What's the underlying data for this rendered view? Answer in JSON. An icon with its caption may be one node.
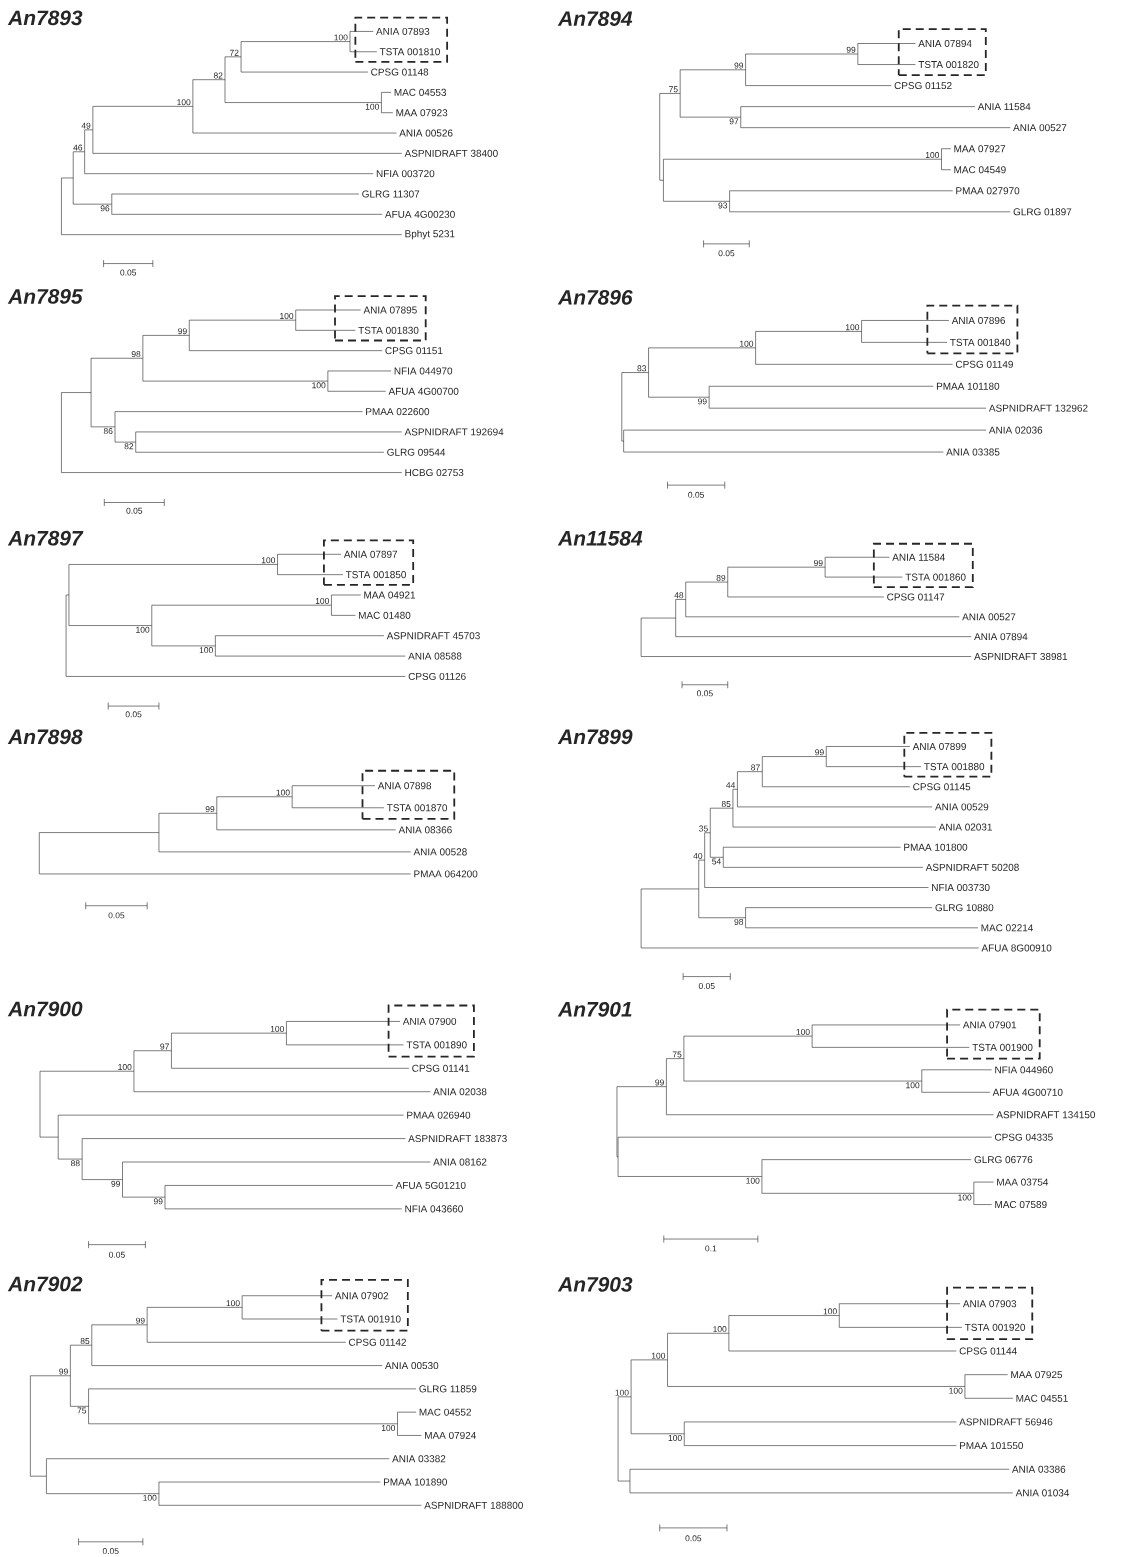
{
  "diagram": {
    "nodes": [
      {
        "text": [
          "ANIA 07893",
          "TSTA 001810"
        ]
      },
      {
        "text": [
          "ANIA 07894",
          "TSTA 001820"
        ]
      },
      {
        "text": [
          "ANIA 07895",
          "TSTA 001830"
        ]
      },
      {
        "text": [
          "ANIA 07896",
          "TSTA 001840"
        ]
      },
      {
        "text": [
          "ANIA 07897",
          "TSTA 001850"
        ]
      },
      {
        "text": [
          "ANIA 11584",
          "TSTA 001860"
        ]
      },
      {
        "text": [
          "ANIA 07898",
          "TSTA 001870"
        ]
      },
      {
        "text": [
          "ANIA 07899",
          "TSTA 001880"
        ]
      },
      {
        "text": [
          "ANIA 07900",
          "TSTA 001890"
        ]
      },
      {
        "text": [
          "ANIA 07901",
          "TSTA 001900"
        ]
      },
      {
        "text": [
          "ANIA 07902",
          "TSTA 001910"
        ]
      },
      {
        "text": [
          "ANIA 07903",
          "TSTA 001920"
        ]
      }
    ],
    "labels": [
      "An7893",
      "46",
      "49",
      "100",
      "82",
      "72",
      "100",
      "CPSG 01148",
      "100",
      "MAC 04553",
      "MAA 07923",
      "ANIA 00526",
      "ASPNIDRAFT 38400",
      "NFIA 003720",
      "96",
      "GLRG 11307",
      "AFUA 4G00230",
      "Bphyt 5231",
      "0.05",
      "An7894",
      "75",
      "99",
      "99",
      "CPSG 01152",
      "97",
      "ANIA 11584",
      "ANIA 00527",
      "100",
      "MAA 07927",
      "MAC 04549",
      "93",
      "PMAA 027970",
      "GLRG 01897",
      "0.05",
      "An7895",
      "98",
      "99",
      "100",
      "CPSG 01151",
      "100",
      "NFIA 044970",
      "AFUA 4G00700",
      "86",
      "PMAA 022600",
      "82",
      "ASPNIDRAFT 192694",
      "GLRG 09544",
      "HCBG 02753",
      "0.05",
      "An7896",
      "83",
      "100",
      "100",
      "CPSG 01149",
      "99",
      "PMAA 101180",
      "ASPNIDRAFT 132962",
      "ANIA 02036",
      "ANIA 03385",
      "0.05",
      "An7897",
      "100",
      "100",
      "100",
      "MAA 04921",
      "MAC 01480",
      "100",
      "ASPNIDRAFT 45703",
      "ANIA 08588",
      "CPSG 01126",
      "0.05",
      "An11584",
      "48",
      "89",
      "99",
      "CPSG 01147",
      "ANIA 00527",
      "ANIA 07894",
      "ASPNIDRAFT 38981",
      "0.05",
      "An7898",
      "99",
      "100",
      "ANIA 08366",
      "ANIA 00528",
      "PMAA 064200",
      "0.05",
      "An7899",
      "40",
      "35",
      "85",
      "44",
      "87",
      "99",
      "CPSG 01145",
      "ANIA 00529",
      "ANIA 02031",
      "54",
      "PMAA 101800",
      "ASPNIDRAFT 50208",
      "NFIA 003730",
      "98",
      "GLRG 10880",
      "MAC 02214",
      "AFUA 8G00910",
      "0.05",
      "An7900",
      "100",
      "97",
      "100",
      "CPSG 01141",
      "ANIA 02038",
      "PMAA 026940",
      "88",
      "ASPNIDRAFT 183873",
      "99",
      "ANIA 08162",
      "99",
      "AFUA 5G01210",
      "NFIA 043660",
      "0.05",
      "An7901",
      "99",
      "75",
      "100",
      "100",
      "NFIA 044960",
      "AFUA 4G00710",
      "ASPNIDRAFT 134150",
      "CPSG 04335",
      "100",
      "GLRG 06776",
      "100",
      "MAA 03754",
      "MAC 07589",
      "0.1",
      "An7902",
      "99",
      "85",
      "99",
      "100",
      "CPSG 01142",
      "ANIA 00530",
      "75",
      "GLRG 11859",
      "100",
      "MAC 04552",
      "MAA 07924",
      "ANIA 03382",
      "100",
      "PMAA 101890",
      "ASPNIDRAFT 188800",
      "0.05",
      "An7903",
      "100",
      "100",
      "100",
      "100",
      "CPSG 01144",
      "100",
      "MAA 07925",
      "MAC 04551",
      "100",
      "ASPNIDRAFT 56946",
      "PMAA 101550",
      "ANIA 03386",
      "ANIA 01034",
      "0.05"
    ]
  }
}
